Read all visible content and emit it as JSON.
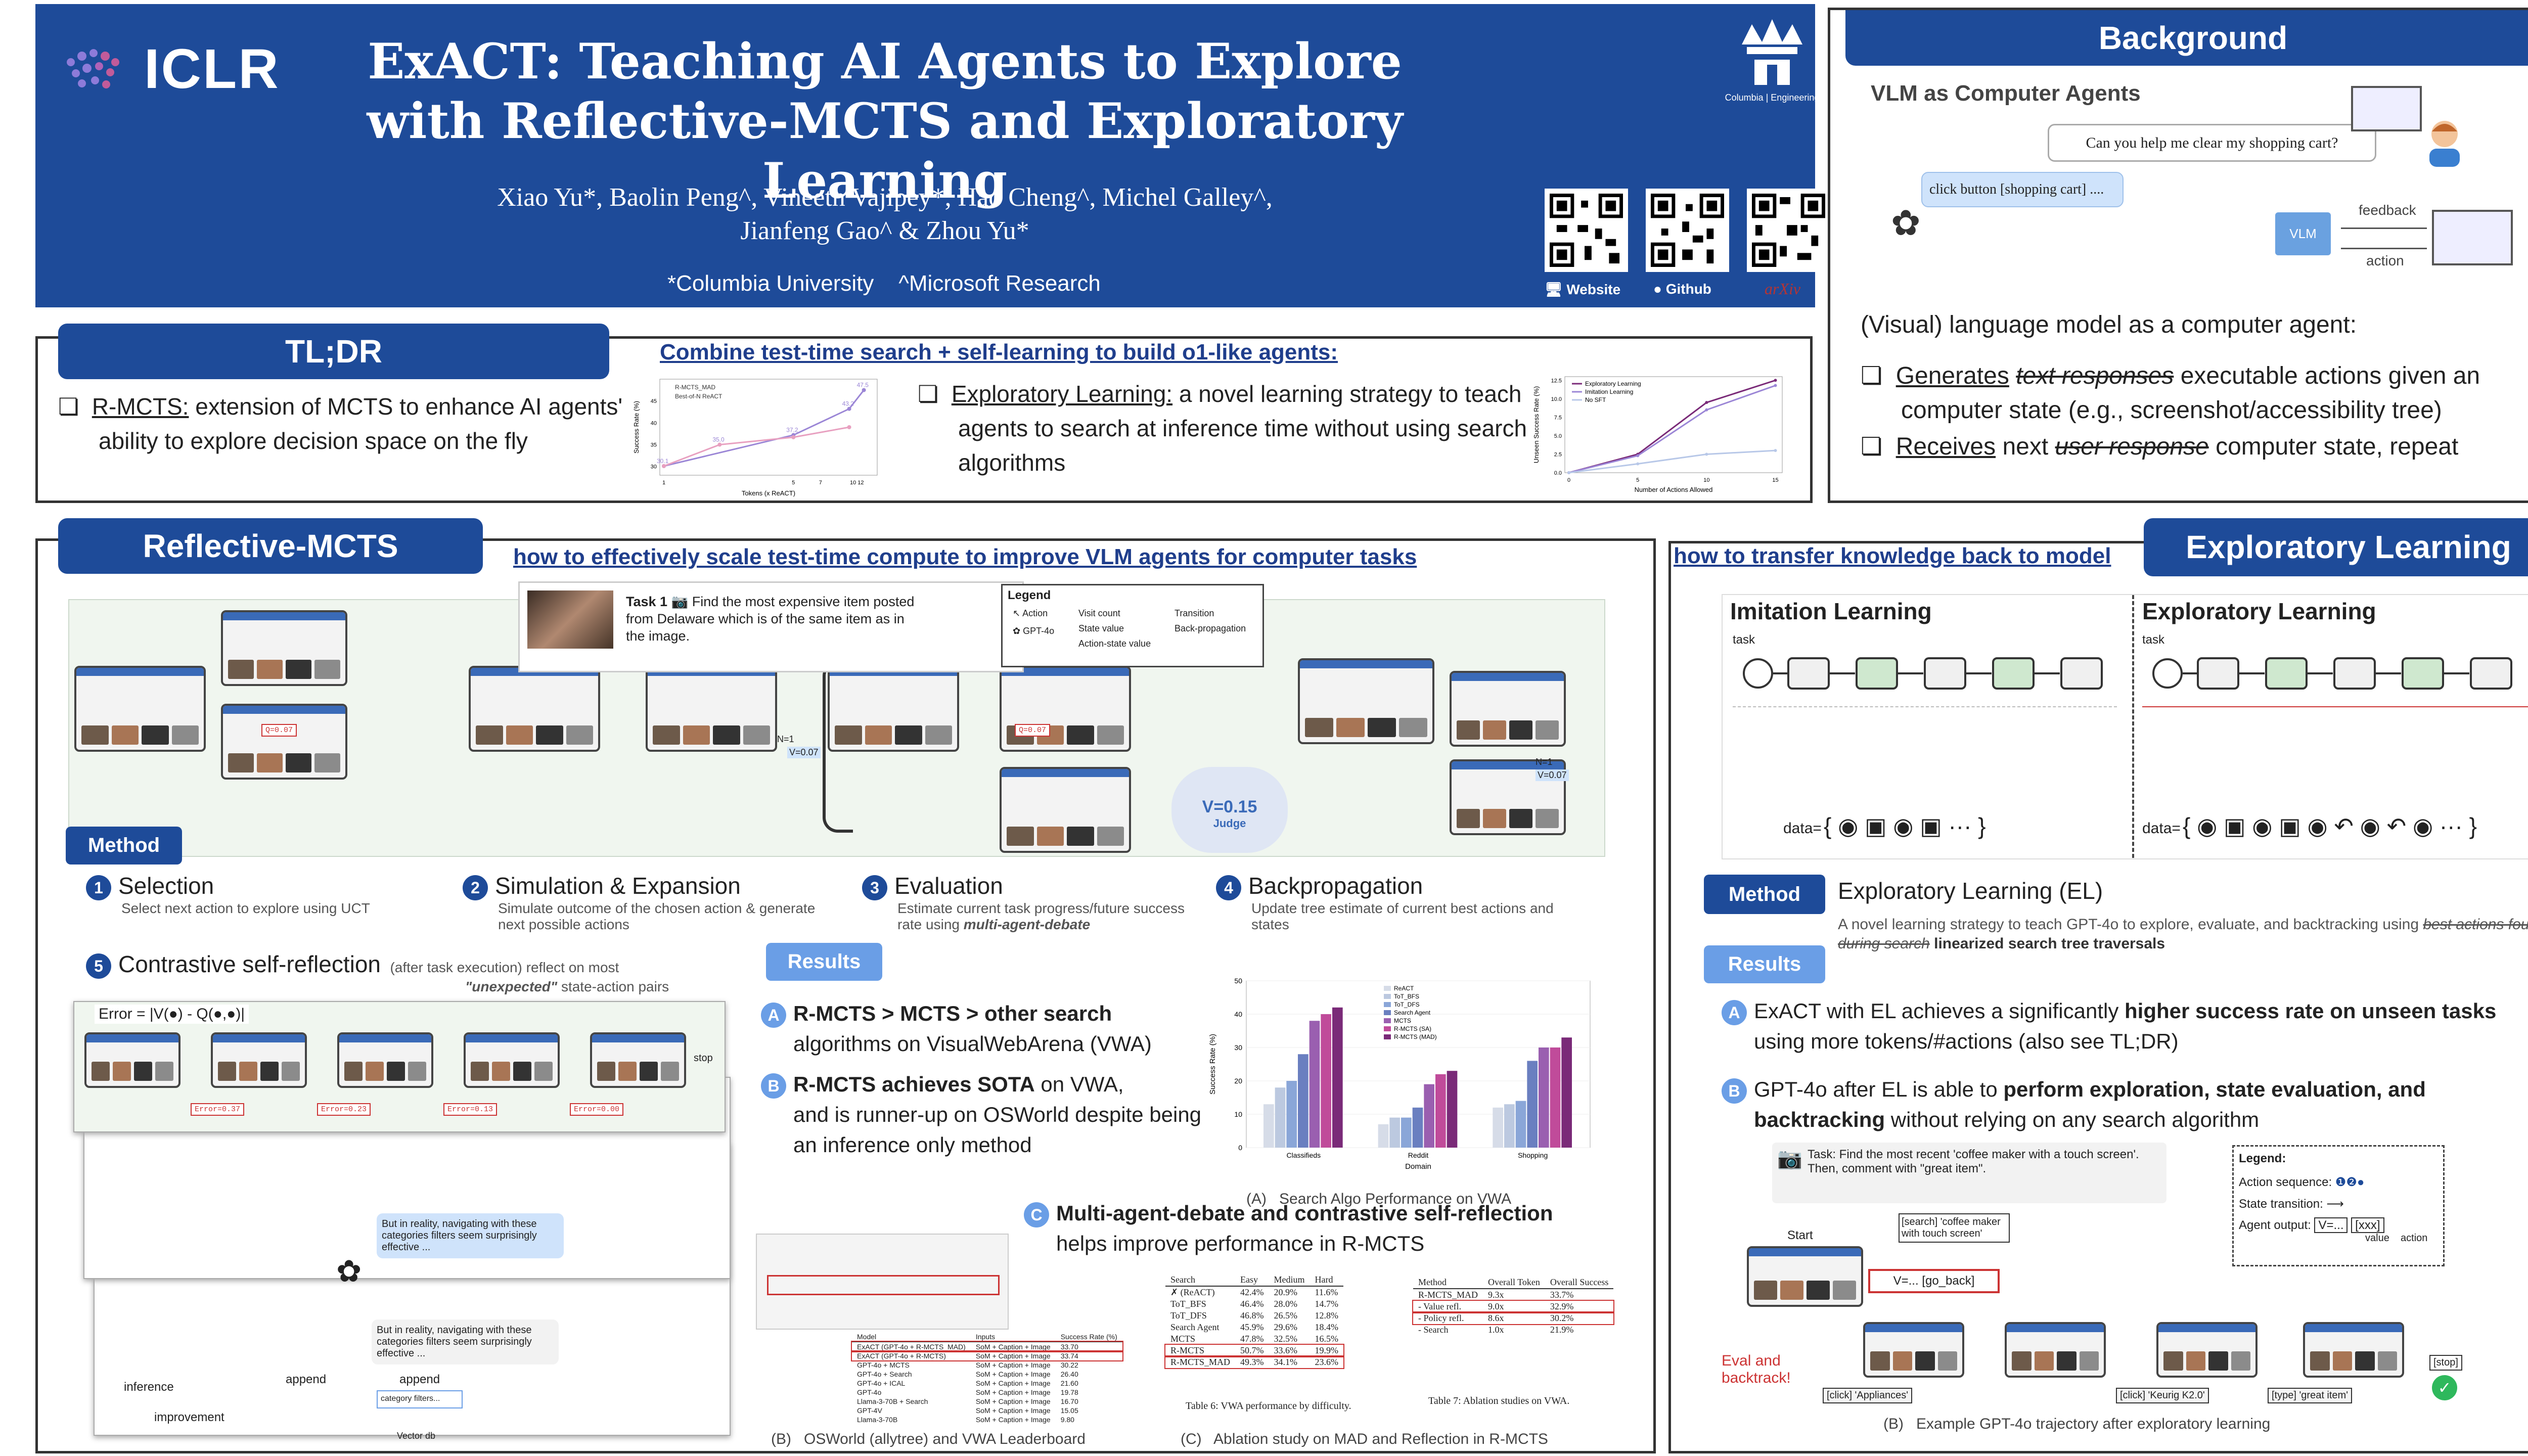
{
  "header": {
    "logo": "ICLR",
    "title1": "ExACT: Teaching AI Agents to Explore",
    "title2": "with Reflective-MCTS and Exploratory Learning",
    "authors1": "Xiao Yu*, Baolin Peng^, Vineeth Vajipey*, Hao Cheng^, Michel Galley^,",
    "authors2": "Jianfeng Gao^ & Zhou Yu*",
    "affil": "*Columbia University    ^Microsoft Research",
    "columbia": "Columbia | Engineering",
    "links": [
      "Website",
      "Github",
      "arXiv"
    ]
  },
  "background": {
    "title": "Background",
    "subtitle": "VLM as Computer Agents",
    "user_msg": "Can you help me clear my shopping cart?",
    "agent_msg": "click button [shopping cart] ....",
    "vlm": "VLM",
    "feedback": "feedback",
    "action": "action",
    "intro": "(Visual) language model as a computer agent:",
    "b1_pre": "Generates",
    "b1_strike": "text responses",
    "b1_post": "executable actions given an computer state (e.g., screenshot/accessibility tree)",
    "b2_pre": "Receives",
    "b2_mid": "next",
    "b2_strike": "user response",
    "b2_post": "computer state, repeat"
  },
  "tldr": {
    "title": "TL;DR",
    "headline": "Combine test-time search + self-learning to build o1-like agents:",
    "rmcts_label": "R-MCTS:",
    "rmcts_text": "extension of MCTS to enhance AI agents' ability to explore decision space on the fly",
    "el_label": "Exploratory Learning:",
    "el_text": "a novel learning strategy to teach agents to search at inference time without using search algorithms"
  },
  "chart1": {
    "type": "line",
    "ylabel": "Success Rate (%)",
    "xlabel": "Tokens (x ReACT)",
    "legend": [
      "R-MCTS_MAD",
      "Best-of-N ReACT"
    ],
    "x": [
      1,
      2,
      5,
      7,
      10,
      12
    ],
    "series": [
      {
        "name": "R-MCTS_MAD",
        "values": [
          30.1,
          null,
          37.2,
          null,
          43.2,
          47.5
        ]
      },
      {
        "name": "Best-of-N ReACT",
        "values": [
          30.1,
          35.0,
          36.7,
          null,
          39.0,
          null
        ]
      }
    ],
    "labels": [
      "47.5",
      "43.2",
      "37.2",
      "35.0",
      "30.1"
    ],
    "xticks": [
      "1",
      "5",
      "7",
      "10 12"
    ],
    "yticks": [
      "30",
      "35",
      "40",
      "45"
    ]
  },
  "chart2": {
    "type": "line",
    "ylabel": "Unseen Success Rate (%)",
    "xlabel": "Number of Actions Allowed",
    "legend": [
      "Exploratory Learning",
      "Imitation Learning",
      "No SFT"
    ],
    "x": [
      0,
      5,
      10,
      15
    ],
    "series": [
      {
        "name": "Exploratory Learning",
        "values": [
          0,
          2.5,
          9.5,
          12.5
        ]
      },
      {
        "name": "Imitation Learning",
        "values": [
          0,
          2.3,
          8.5,
          11.8
        ]
      },
      {
        "name": "No SFT",
        "values": [
          0,
          1.2,
          2.5,
          3.0
        ]
      }
    ],
    "yticks": [
      "0.0",
      "2.5",
      "5.0",
      "7.5",
      "10.0",
      "12.5"
    ],
    "xticks": [
      "0",
      "5",
      "10",
      "15"
    ]
  },
  "rmcts": {
    "title": "Reflective-MCTS",
    "subtitle": "how to effectively scale test-time compute to improve VLM agents for computer tasks",
    "task_label": "Task 1",
    "task_text": "Find the most expensive item posted from Delaware which is of the same item as in the image.",
    "legend_title": "Legend",
    "legend_items": [
      "Action",
      "GPT-4o",
      "Visit count",
      "State value",
      "Action-state value",
      "Transition",
      "Back-propagation"
    ],
    "q": "Q=0.07",
    "n": "N=1",
    "v": "V=0.07",
    "vbig": "V=0.15",
    "judge": "Judge",
    "method": "Method",
    "steps": [
      {
        "num": "1",
        "title": "Selection",
        "desc": "Select next action to explore using UCT"
      },
      {
        "num": "2",
        "title": "Simulation & Expansion",
        "desc": "Simulate outcome of the chosen action & generate next possible actions"
      },
      {
        "num": "3",
        "title": "Evaluation",
        "desc": "Estimate current task progress/future success rate using",
        "desc_em": "multi-agent-debate"
      },
      {
        "num": "4",
        "title": "Backpropagation",
        "desc": "Update tree estimate of current best actions and states"
      }
    ],
    "step5_num": "5",
    "step5_title": "Contrastive self-reflection",
    "step5_desc": "(after task execution) reflect on most",
    "step5_em": "\"unexpected\"",
    "step5_desc2": "state-action pairs",
    "error_eq": "Error = |V(●) - Q(●,●)|",
    "errors": [
      "Error=0.37",
      "Error=0.23",
      "Error=0.13",
      "Error=0.00"
    ],
    "stop": "stop",
    "bubble1": "But in reality, navigating with these categories filters seem surprisingly effective ...",
    "append": "append",
    "inference": "inference",
    "improvement": "improvement",
    "vector_db": "Vector db",
    "category": "category filters..."
  },
  "results_r": {
    "label": "Results",
    "a_title": "R-MCTS > MCTS > other search",
    "a_text": "algorithms on VisualWebArena (VWA)",
    "b_title": "R-MCTS achieves SOTA",
    "b_text1": "on VWA,",
    "b_text2": "and is runner-up on OSWorld despite being an inference only method",
    "c_title": "Multi-agent-debate and contrastive self-reflection",
    "c_text": "helps improve performance in R-MCTS",
    "cap_a": "(A)   Search Algo Performance on VWA",
    "cap_b": "(B)   OSWorld (allytree) and VWA Leaderboard",
    "cap_c": "(C)   Ablation study on MAD and Reflection in R-MCTS"
  },
  "chart3": {
    "type": "bar",
    "ylabel": "Success Rate (%)",
    "xlabel": "Domain",
    "categories": [
      "Classifieds",
      "Reddit",
      "Shopping"
    ],
    "legend": [
      "ReACT",
      "ToT_BFS",
      "ToT_DFS",
      "Search Agent",
      "MCTS",
      "R-MCTS (SA)",
      "R-MCTS (MAD)"
    ],
    "colors": [
      "#d6dce8",
      "#bcc9e0",
      "#8aa6d8",
      "#6a7fc0",
      "#9a5fb0",
      "#c04b9a",
      "#7a2a78"
    ],
    "series": [
      {
        "name": "ReACT",
        "values": [
          13,
          7,
          12
        ]
      },
      {
        "name": "ToT_BFS",
        "values": [
          18,
          9,
          13
        ]
      },
      {
        "name": "ToT_DFS",
        "values": [
          20,
          9,
          14
        ]
      },
      {
        "name": "Search Agent",
        "values": [
          28,
          12,
          26
        ]
      },
      {
        "name": "MCTS",
        "values": [
          38,
          19,
          30
        ]
      },
      {
        "name": "R-MCTS (SA)",
        "values": [
          40,
          22,
          30
        ]
      },
      {
        "name": "R-MCTS (MAD)",
        "values": [
          42,
          23,
          33
        ]
      }
    ],
    "ylim": [
      0,
      50
    ]
  },
  "table6": {
    "caption": "Table 6: VWA performance by difficulty.",
    "header": [
      "Search",
      "Easy",
      "Medium",
      "Hard"
    ],
    "rows": [
      [
        "✗ (ReACT)",
        "42.4%",
        "20.9%",
        "11.6%"
      ],
      [
        "ToT_BFS",
        "46.4%",
        "28.0%",
        "14.7%"
      ],
      [
        "ToT_DFS",
        "46.8%",
        "26.5%",
        "12.8%"
      ],
      [
        "Search Agent",
        "45.9%",
        "29.6%",
        "18.4%"
      ],
      [
        "MCTS",
        "47.8%",
        "32.5%",
        "16.5%"
      ],
      [
        "R-MCTS",
        "50.7%",
        "33.6%",
        "19.9%"
      ],
      [
        "R-MCTS_MAD",
        "49.3%",
        "34.1%",
        "23.6%"
      ]
    ]
  },
  "table7": {
    "caption": "Table 7: Ablation studies on VWA.",
    "header": [
      "Method",
      "Overall Token",
      "Overall Success"
    ],
    "rows": [
      [
        "R-MCTS_MAD",
        "9.3x",
        "33.7%"
      ],
      [
        "- Value refl.",
        "9.0x",
        "32.9%"
      ],
      [
        "- Policy refl.",
        "8.6x",
        "30.2%"
      ],
      [
        "- Search",
        "1.0x",
        "21.9%"
      ]
    ]
  },
  "leaderboard": {
    "header": [
      "Model",
      "Inputs",
      "Success Rate (%)"
    ],
    "rows": [
      [
        "ExACT (GPT-4o + R-MCTS_MAD)",
        "SoM + Caption + Image",
        "33.70"
      ],
      [
        "ExACT (GPT-4o + R-MCTS)",
        "SoM + Caption + Image",
        "33.74"
      ],
      [
        "GPT-4o + MCTS",
        "SoM + Caption + Image",
        "30.22"
      ],
      [
        "GPT-4o + Search",
        "SoM + Caption + Image",
        "26.40"
      ],
      [
        "GPT-4o + ICAL",
        "SoM + Caption + Image",
        "21.60"
      ],
      [
        "GPT-4o",
        "SoM + Caption + Image",
        "19.78"
      ],
      [
        "Llama-3-70B + Search",
        "SoM + Caption + Image",
        "16.70"
      ],
      [
        "GPT-4V",
        "SoM + Caption + Image",
        "15.05"
      ],
      [
        "Llama-3-70B",
        "SoM + Caption + Image",
        "9.80"
      ]
    ]
  },
  "el": {
    "title": "Exploratory Learning",
    "subtitle": "how to transfer knowledge back to model",
    "imitation": "Imitation Learning",
    "exploratory": "Exploratory Learning",
    "task": "task",
    "data": "data=",
    "method": "Method",
    "method_title": "Exploratory Learning (EL)",
    "method_desc": "A novel learning strategy to teach GPT-4o to explore, evaluate, and backtracking using",
    "method_strike": "best actions found during search",
    "method_bold": "linearized search tree traversals",
    "results": "Results",
    "a_pre": "ExACT with EL achieves a significantly",
    "a_bold": "higher success rate on unseen tasks",
    "a_post": "using more tokens/#actions (also see TL;DR)",
    "b_pre": "GPT-4o after EL is able to",
    "b_bold": "perform exploration, state evaluation, and backtracking",
    "b_post": "without relying on any search algorithm",
    "traj_task": "Task: Find the most recent 'coffee maker with a touch screen'. Then, comment with \"great item\".",
    "legend_title": "Legend:",
    "legend1": "Action sequence:",
    "legend2": "State transition:",
    "legend3": "Agent output:",
    "value": "value",
    "action": "action",
    "start": "Start",
    "action_search": "[search] 'coffee maker with touch screen'",
    "go_back": "V=... [go_back]",
    "click_app": "[click] 'Appliances'",
    "click_keurig": "[click] 'Keurig K2.0'",
    "type": "[type] 'great item'",
    "stop": "[stop]",
    "eval_back": "Eval and backtrack!",
    "caption": "(B)   Example GPT-4o trajectory after exploratory learning"
  }
}
